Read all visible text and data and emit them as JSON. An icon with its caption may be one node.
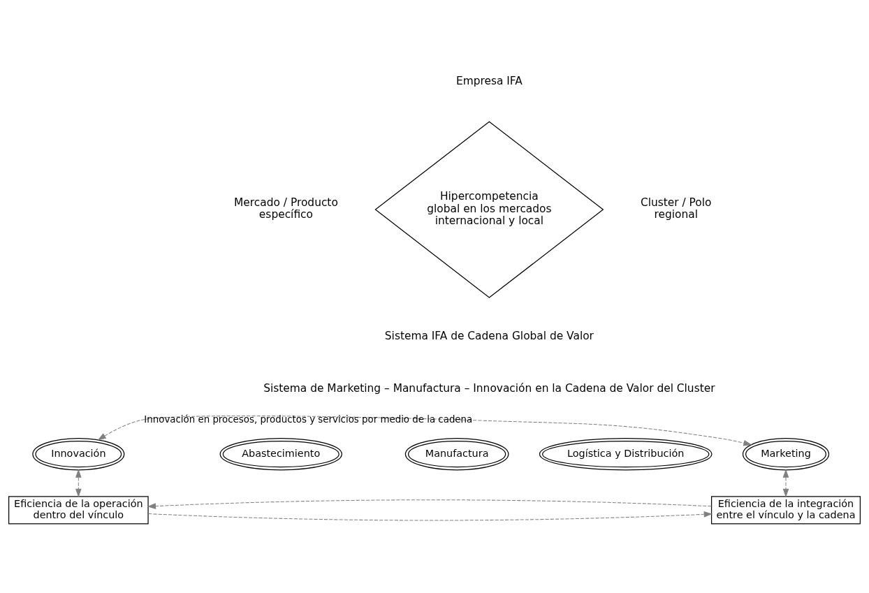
{
  "diagram": {
    "nodes": [
      {
        "text": [
          "Hipercompetencia global en los mercados internacional y local"
        ],
        "beside": [
          "Empresa IFA",
          "Mercado / Producto específico",
          "Cluster / Polo regional",
          "Sistema IFA de Cadena Global de Valor"
        ]
      },
      {
        "text": [
          "Innovación"
        ]
      },
      {
        "text": [
          "Abastecimiento"
        ]
      },
      {
        "text": [
          "Manufactura"
        ]
      },
      {
        "text": [
          "Logística y Distribución"
        ]
      },
      {
        "text": [
          "Marketing"
        ]
      },
      {
        "text": [
          "Eficiencia de la operación dentro del vínculo"
        ]
      },
      {
        "text": [
          "Eficiencia de la integración entre el vínculo y la cadena"
        ]
      }
    ],
    "edges": [
      {
        "from": 1,
        "to": 5,
        "arrow": "both",
        "style": "dashed",
        "label": "Innovación en procesos, productos y servicios por medio de la cadena"
      },
      {
        "from": 1,
        "to": 6,
        "arrow": "both",
        "style": "dashed"
      },
      {
        "from": 5,
        "to": 7,
        "arrow": "both",
        "style": "dashed"
      },
      {
        "from": 6,
        "to": 7,
        "arrow": "to",
        "style": "dashed"
      },
      {
        "from": 7,
        "to": 6,
        "arrow": "to",
        "style": "dashed"
      }
    ],
    "labels": [
      "Sistema de Marketing – Manufactura – Innovación en la Cadena de Valor del Cluster"
    ]
  }
}
